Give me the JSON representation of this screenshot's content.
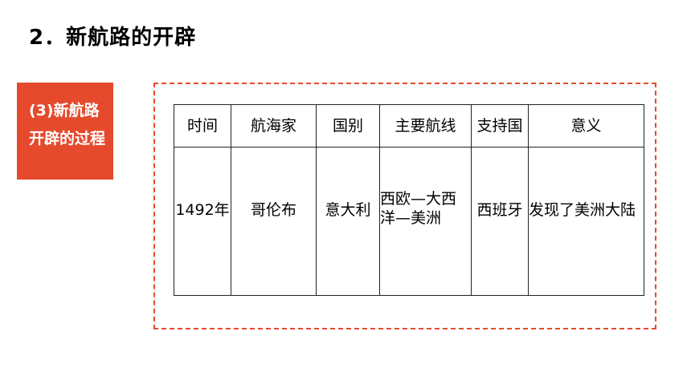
{
  "page": {
    "title": "2．新航路的开辟"
  },
  "side_label": {
    "text": "(3)新航路开辟的过程",
    "background_color": "#e54a2d"
  },
  "frame": {
    "border_color": "#e54a2d"
  },
  "table": {
    "headers": [
      "时间",
      "航海家",
      "国别",
      "主要航线",
      "支持国",
      "意义"
    ],
    "rows": [
      {
        "time": "1492年",
        "navigator": "哥伦布",
        "country": "意大利",
        "route": "西欧—大西洋—美洲",
        "sponsor": "西班牙",
        "significance": "发现了美洲大陆"
      }
    ]
  }
}
